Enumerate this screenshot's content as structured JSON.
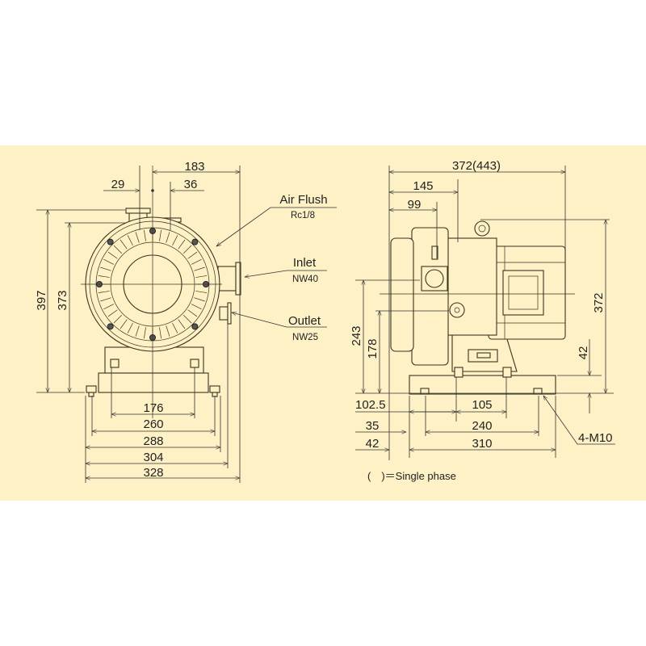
{
  "front_view": {
    "dimensions": {
      "width_top": "183",
      "offset_left": "29",
      "offset_right": "36",
      "height_total": "397",
      "height_body": "373",
      "d176": "176",
      "d260": "260",
      "d288": "288",
      "d304": "304",
      "d328": "328"
    },
    "callouts": {
      "air_flush": "Air Flush",
      "air_flush_spec": "Rc1/8",
      "inlet": "Inlet",
      "inlet_spec": "NW40",
      "outlet": "Outlet",
      "outlet_spec": "NW25"
    }
  },
  "side_view": {
    "dimensions": {
      "length_total": "372(443)",
      "d145": "145",
      "d99": "99",
      "h243": "243",
      "h178": "178",
      "h372": "372",
      "h42": "42",
      "d102_5": "102.5",
      "d105": "105",
      "d35": "35",
      "d240": "240",
      "d42": "42",
      "d310": "310"
    },
    "callouts": {
      "bolts": "4-M10"
    }
  },
  "note": "(　)＝Single phase",
  "colors": {
    "background": "#fdf1c5",
    "line": "#333333"
  }
}
